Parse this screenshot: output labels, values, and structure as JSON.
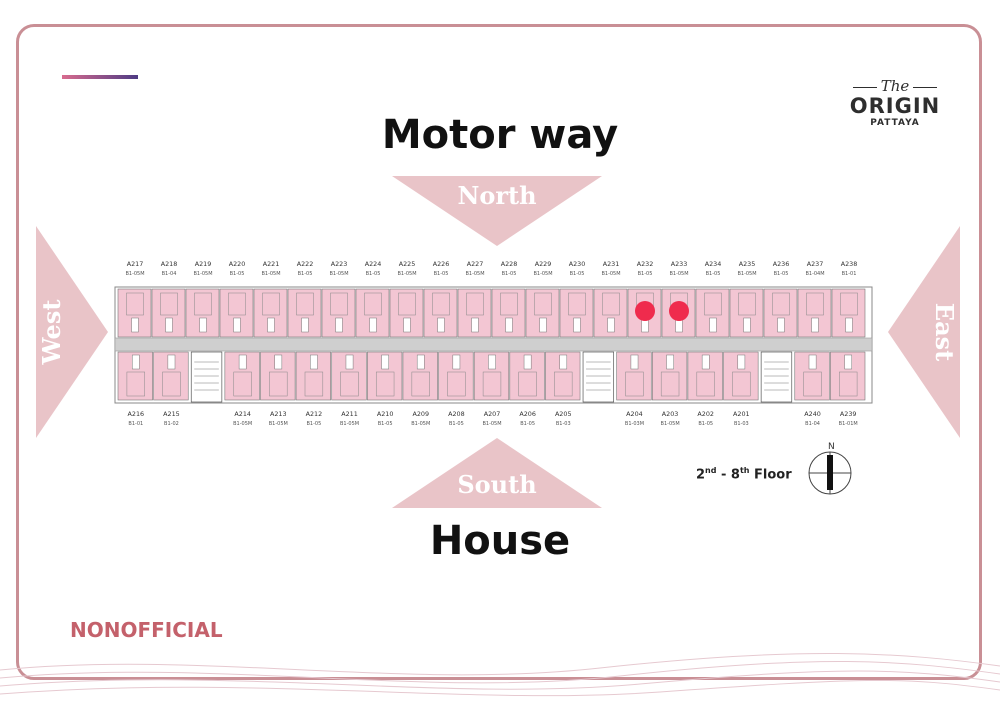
{
  "title": "Motor way",
  "bottom_label": "House",
  "directions": {
    "north": "North",
    "south": "South",
    "west": "West",
    "east": "East"
  },
  "logo": {
    "the": "The",
    "name": "ORIGIN",
    "city": "PATTAYA"
  },
  "floor": {
    "num_start": "2",
    "sup_start": "nd",
    "dash": " - ",
    "num_end": "8",
    "sup_end": "th",
    "word": " Floor"
  },
  "compass_label": "N",
  "watermark": "NONOFFICIAL",
  "colors": {
    "unit_fill": "#f3c6d3",
    "corridor": "#cfcfcf",
    "arrow": "#e9c4c8",
    "frame": "#c98f95",
    "marker": "#ef2b4d"
  },
  "units_top": [
    {
      "id": "A217",
      "type": "B1-05M"
    },
    {
      "id": "A218",
      "type": "B1-04"
    },
    {
      "id": "A219",
      "type": "B1-05M"
    },
    {
      "id": "A220",
      "type": "B1-05"
    },
    {
      "id": "A221",
      "type": "B1-05M"
    },
    {
      "id": "A222",
      "type": "B1-05"
    },
    {
      "id": "A223",
      "type": "B1-05M"
    },
    {
      "id": "A224",
      "type": "B1-05"
    },
    {
      "id": "A225",
      "type": "B1-05M"
    },
    {
      "id": "A226",
      "type": "B1-05"
    },
    {
      "id": "A227",
      "type": "B1-05M"
    },
    {
      "id": "A228",
      "type": "B1-05"
    },
    {
      "id": "A229",
      "type": "B1-05M"
    },
    {
      "id": "A230",
      "type": "B1-05"
    },
    {
      "id": "A231",
      "type": "B1-05M"
    },
    {
      "id": "A232",
      "type": "B1-05"
    },
    {
      "id": "A233",
      "type": "B1-05M"
    },
    {
      "id": "A234",
      "type": "B1-05"
    },
    {
      "id": "A235",
      "type": "B1-05M"
    },
    {
      "id": "A236",
      "type": "B1-05"
    },
    {
      "id": "A237",
      "type": "B1-04M"
    },
    {
      "id": "A238",
      "type": "B1-01"
    }
  ],
  "units_bottom": [
    {
      "id": "A216",
      "type": "B1-01"
    },
    {
      "id": "A215",
      "type": "B1-02"
    },
    {
      "id": "A214",
      "type": "B1-05M"
    },
    {
      "id": "A213",
      "type": "B1-05M"
    },
    {
      "id": "A212",
      "type": "B1-05"
    },
    {
      "id": "A211",
      "type": "B1-05M"
    },
    {
      "id": "A210",
      "type": "B1-05"
    },
    {
      "id": "A209",
      "type": "B1-05M"
    },
    {
      "id": "A208",
      "type": "B1-05"
    },
    {
      "id": "A207",
      "type": "B1-05M"
    },
    {
      "id": "A206",
      "type": "B1-05"
    },
    {
      "id": "A205",
      "type": "B1-03"
    },
    {
      "id": "A204",
      "type": "B1-03M"
    },
    {
      "id": "A203",
      "type": "B1-05M"
    },
    {
      "id": "A202",
      "type": "B1-05"
    },
    {
      "id": "A201",
      "type": "B1-03"
    },
    {
      "id": "A240",
      "type": "B1-04"
    },
    {
      "id": "A239",
      "type": "B1-01M"
    }
  ],
  "highlighted_units": [
    "A232",
    "A233"
  ]
}
